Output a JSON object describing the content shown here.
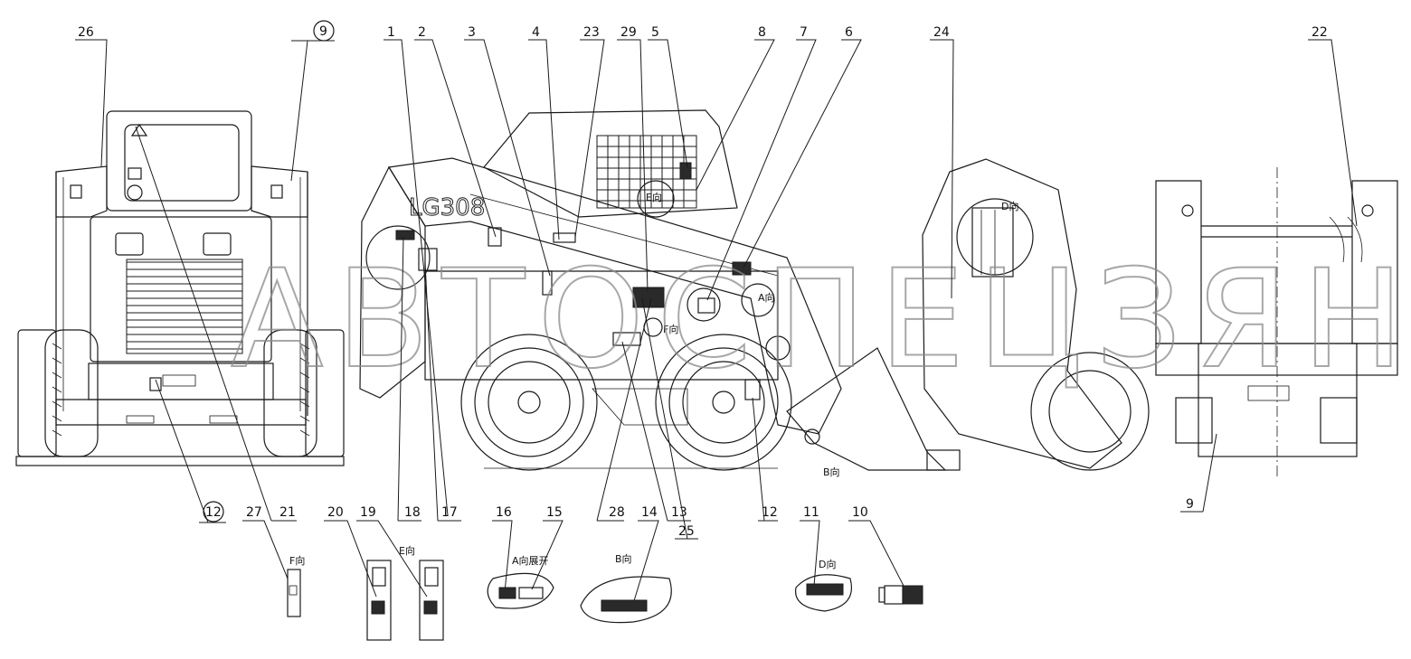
{
  "drawing": {
    "model_label": "LG308",
    "watermark": "АВТОСПЕЦЗЯНС"
  },
  "view_labels": {
    "E_top": "E向",
    "D_top": "D向",
    "A_top": "A向",
    "F_top": "F向",
    "B_bottom": "B向",
    "F_detail": "F向",
    "E_detail": "E向",
    "A_detail": "A向展开",
    "B_detail": "B向",
    "D_detail": "D向"
  },
  "callouts_top": [
    "26",
    "9",
    "1",
    "2",
    "3",
    "4",
    "23",
    "29",
    "5",
    "8",
    "7",
    "6",
    "24",
    "22"
  ],
  "callouts_bottom": [
    "12",
    "21",
    "18",
    "17",
    "28",
    "13",
    "25",
    "12",
    "9"
  ],
  "callouts_details": [
    "27",
    "20",
    "19",
    "16",
    "15",
    "14",
    "11",
    "10"
  ]
}
